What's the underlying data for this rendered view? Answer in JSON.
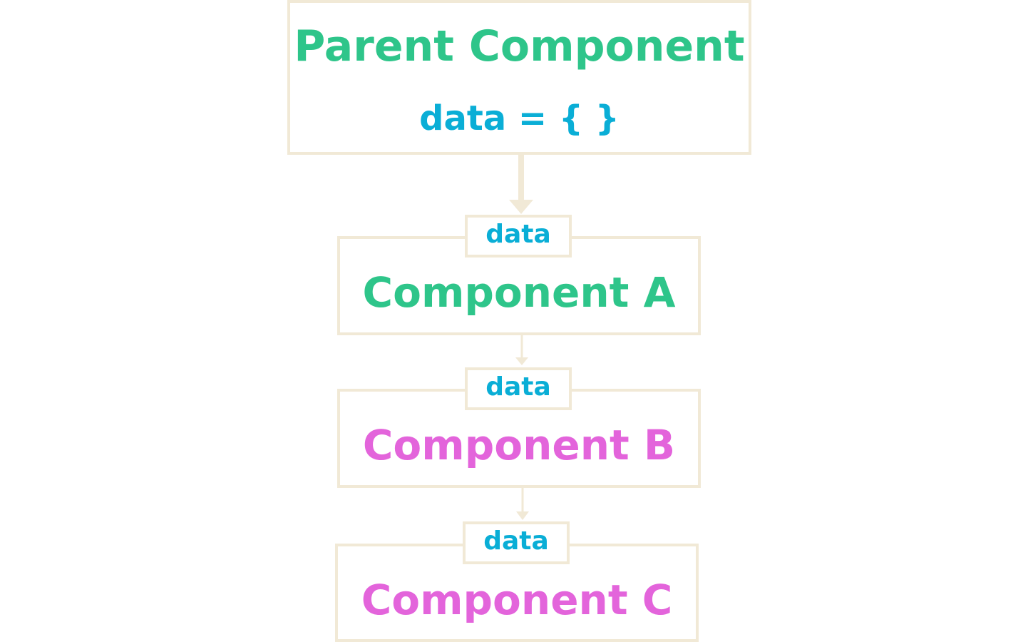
{
  "colors": {
    "border": "#f1e9d6",
    "green": "#2ec58a",
    "cyan": "#0aaed6",
    "magenta": "#e364db"
  },
  "parent": {
    "title": "Parent Component",
    "state": "data = { }"
  },
  "children": [
    {
      "badge": "data",
      "title": "Component A"
    },
    {
      "badge": "data",
      "title": "Component B"
    },
    {
      "badge": "data",
      "title": "Component C"
    }
  ]
}
